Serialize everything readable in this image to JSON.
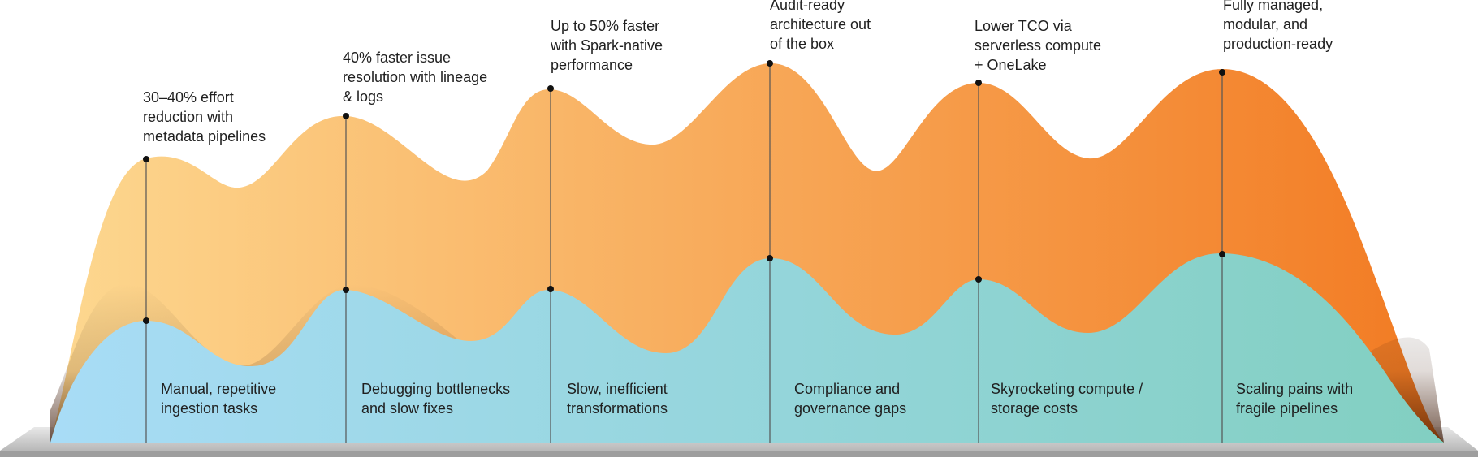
{
  "stages": [
    {
      "benefit": [
        "30–40% effort",
        "reduction with",
        "metadata pipelines"
      ],
      "challenge": [
        "Manual, repetitive",
        "ingestion tasks"
      ]
    },
    {
      "benefit": [
        "40% faster issue",
        "resolution with lineage",
        "& logs"
      ],
      "challenge": [
        "Debugging bottlenecks",
        "and slow fixes"
      ]
    },
    {
      "benefit": [
        "Up to 50% faster",
        "with Spark-native",
        "performance"
      ],
      "challenge": [
        "Slow, inefficient",
        "transformations"
      ]
    },
    {
      "benefit": [
        "Audit-ready",
        "architecture out",
        "of the box"
      ],
      "challenge": [
        "Compliance and",
        "governance gaps"
      ]
    },
    {
      "benefit": [
        "Lower TCO via",
        "serverless compute",
        " + OneLake"
      ],
      "challenge": [
        "Skyrocketing compute /",
        "storage costs"
      ]
    },
    {
      "benefit": [
        "Fully managed,",
        "modular, and",
        "production-ready"
      ],
      "challenge": [
        "Scaling pains with",
        "fragile pipelines"
      ]
    }
  ],
  "colors": {
    "benefit_start": "#FDD890",
    "benefit_end": "#F27A22",
    "challenge_start": "#A8DCF6",
    "challenge_end": "#82CFC1",
    "base_platform": "#D6D6D6",
    "marker": "#111111",
    "guide_line": "#555555"
  }
}
